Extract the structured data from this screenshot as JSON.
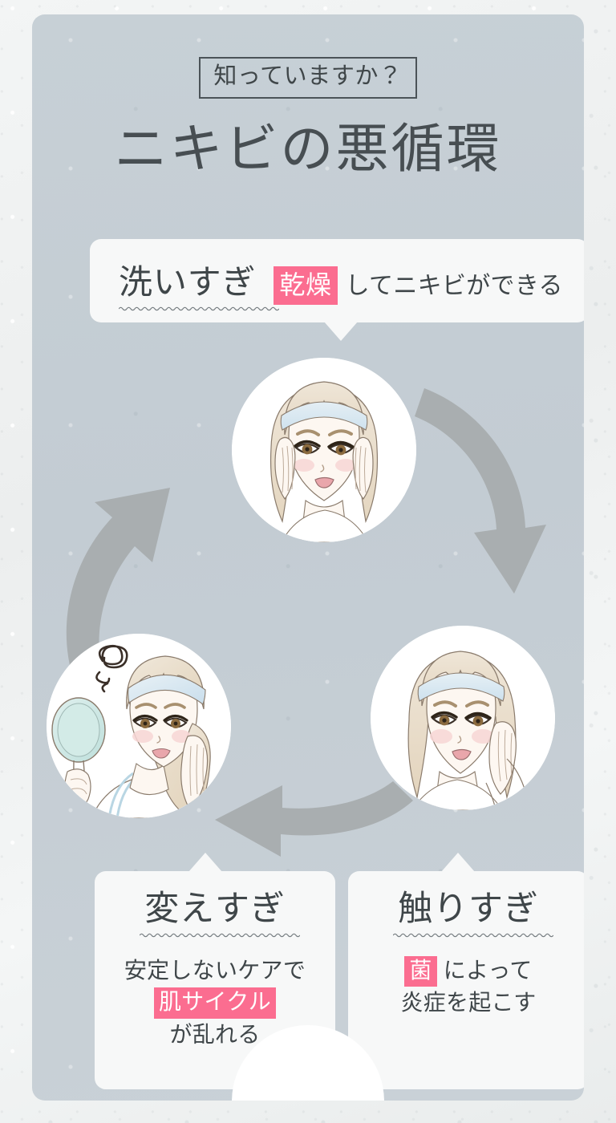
{
  "header": {
    "kicker": "知っていますか？",
    "title": "ニキビの悪循環"
  },
  "top_card": {
    "heading": "洗いすぎ",
    "highlight": "乾燥",
    "tail_text": "してニキビができる"
  },
  "bottom_left_card": {
    "heading": "変えすぎ",
    "line1": "安定しないケアで",
    "highlight": "肌サイクル",
    "line3": "が乱れる"
  },
  "bottom_right_card": {
    "heading": "触りすぎ",
    "highlight": "菌",
    "line1_tail": "によって",
    "line2": "炎症を起こす"
  },
  "illustrations": {
    "top": "woman-holding-both-cheeks-illustration",
    "bottom_right": "woman-touching-cheek-illustration",
    "bottom_left": "woman-with-hand-mirror-illustration"
  },
  "arrows": {
    "right": "arrow-top-to-bottom-right",
    "bottom": "arrow-bottom-right-to-bottom-left",
    "left": "arrow-bottom-left-to-top"
  },
  "colors": {
    "accent_pink": "#fb6d90",
    "panel_bg": "#c5ced4",
    "card_bg": "#f7f8f8",
    "text": "#3f4649",
    "arrow_gray": "#a9aeb0"
  }
}
